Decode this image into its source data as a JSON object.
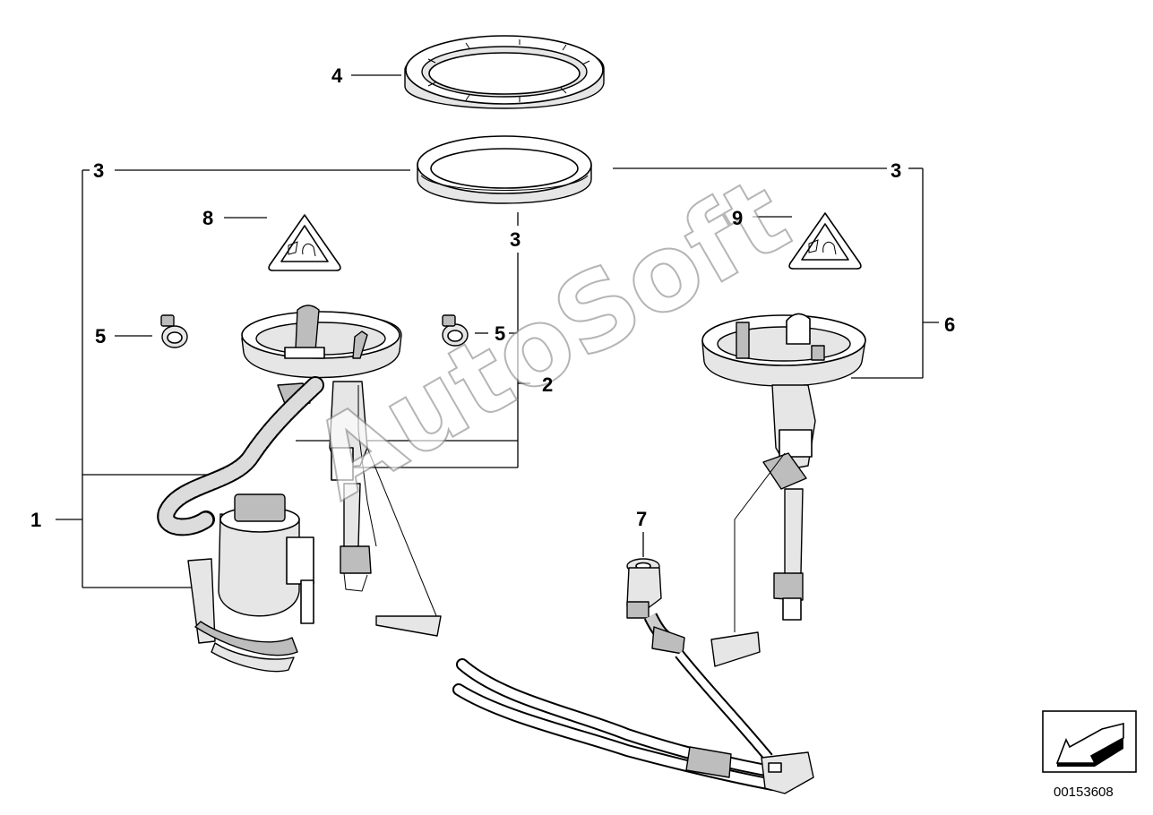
{
  "callouts": {
    "c1": "1",
    "c2": "2",
    "c3_left": "3",
    "c3_center": "3",
    "c3_right": "3",
    "c4": "4",
    "c5_left": "5",
    "c5_center": "5",
    "c6": "6",
    "c7": "7",
    "c8": "8",
    "c9": "9"
  },
  "watermark": "AutoSoft",
  "diagram_code": "00153608",
  "icons": {
    "warning_left": "warning-triangle-icon",
    "warning_right": "warning-triangle-icon",
    "nav_arrow": "arrow-down-left-icon"
  }
}
